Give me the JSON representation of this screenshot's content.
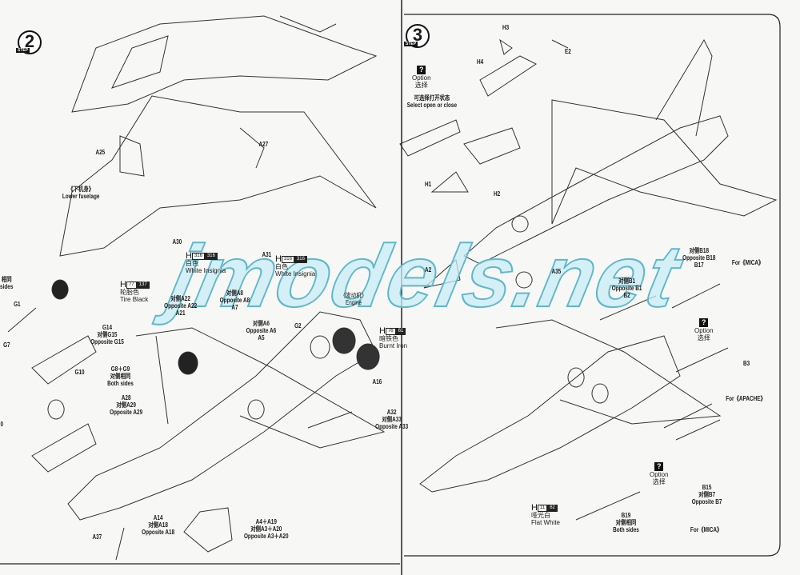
{
  "step2": {
    "number": "2",
    "step_word": "STEP",
    "labels": {
      "a25": "A25",
      "a27": "A27",
      "lower_fuselage_cn": "《下机身》",
      "lower_fuselage_en": "Lower fuselage",
      "a30": "A30",
      "a31": "A31",
      "same_sides_cn": "相同",
      "same_sides_en": "sides",
      "g1": "G1",
      "g7": "G7",
      "g10": "G10",
      "g14": "G14",
      "g14_opp_cn": "对侧G15",
      "g14_opp_en": "Opposite G15",
      "g8g9": "G8＋G9",
      "g8g9_cn": "对侧相同",
      "g8g9_en": "Both sides",
      "a28": "A28",
      "a28_opp_cn": "对侧A29",
      "a28_opp_en": "Opposite A29",
      "a22_opp_cn": "对侧A22",
      "a22_opp_en": "Opposite A22",
      "a21": "A21",
      "a8_opp_cn": "对侧A8",
      "a8_opp_en": "Opposite A8",
      "a7": "A7",
      "a6_opp_cn": "对侧A6",
      "a6_opp_en": "Opposite A6",
      "a5": "A5",
      "g2": "G2",
      "engine_cn": "《发动机》",
      "engine_en": "Engine",
      "a16": "A16",
      "a32": "A32",
      "a32_opp_cn": "对侧A33",
      "a32_opp_en": "Opposite A33",
      "a14": "A14",
      "a14_opp_cn": "对侧A18",
      "a14_opp_en": "Opposite A18",
      "a4a19": "A4＋A19",
      "a4a19_opp_cn": "对侧A3＋A20",
      "a4a19_opp_en": "Opposite A3＋A20",
      "a37": "A37",
      "edge_d": "0"
    },
    "paints": [
      {
        "prefix": "H",
        "code1": "316",
        "code2": "316",
        "cn": "白色",
        "en": "White Insignia"
      },
      {
        "prefix": "H",
        "code1": "316",
        "code2": "316",
        "cn": "白色",
        "en": "White Insignia"
      },
      {
        "prefix": "H",
        "code1": "77",
        "code2": "137",
        "cn": "轮胎色",
        "en": "Tire Black"
      },
      {
        "prefix": "H",
        "code1": "76",
        "code2": "61",
        "cn": "暗铁色",
        "en": "Burnt Iron"
      }
    ]
  },
  "step3": {
    "number": "3",
    "step_word": "STEP",
    "labels": {
      "h3": "H3",
      "e2": "E2",
      "h4": "H4",
      "h1": "H1",
      "h2": "H2",
      "a2": "A2",
      "a35": "A35",
      "select_cn": "可选择打开状态",
      "select_en": "Select open or close",
      "b18_opp_cn": "对侧B18",
      "b18_opp_en": "Opposite B18",
      "b17": "B17",
      "for_mica_1": "For《MICA》",
      "b1_opp_cn": "对侧B1",
      "b1_opp_en": "Opposite B1",
      "b2": "B2",
      "b3": "B3",
      "for_apache": "For《APACHE》",
      "b15": "B15",
      "b7_opp_cn": "对侧B7",
      "b7_opp_en": "Opposite B7",
      "for_mica_2": "For《MICA》",
      "b19": "B19",
      "b19_cn": "对侧相同",
      "b19_en": "Both sides"
    },
    "options": [
      {
        "icon": "?",
        "en": "Option",
        "cn": "选择"
      },
      {
        "icon": "?",
        "en": "Option",
        "cn": "选择"
      },
      {
        "icon": "?",
        "en": "Option",
        "cn": "选择"
      }
    ],
    "paint": {
      "prefix": "H",
      "code1": "11",
      "code2": "62",
      "cn": "哑光白",
      "en": "Flat White"
    }
  },
  "watermark": "jmodels.net"
}
